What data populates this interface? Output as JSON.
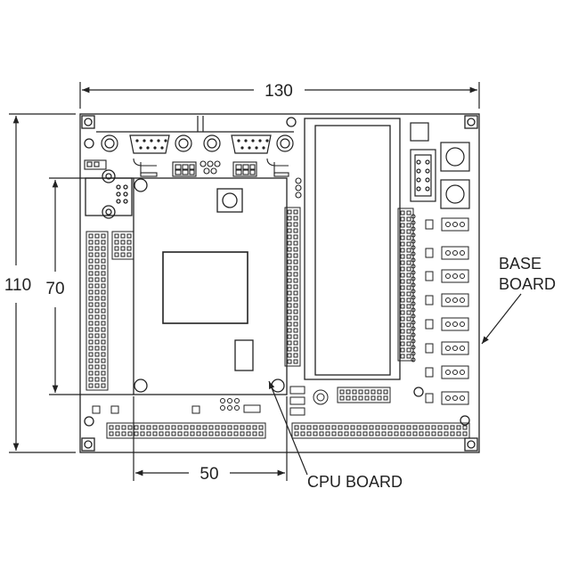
{
  "dimensions": {
    "width": "130",
    "height": "110",
    "cpu_height": "70",
    "cpu_width": "50"
  },
  "callouts": {
    "base_board_line1": "BASE",
    "base_board_line2": "BOARD",
    "cpu_board": "CPU BOARD"
  },
  "colors": {
    "line": "#222222",
    "background": "#ffffff"
  }
}
